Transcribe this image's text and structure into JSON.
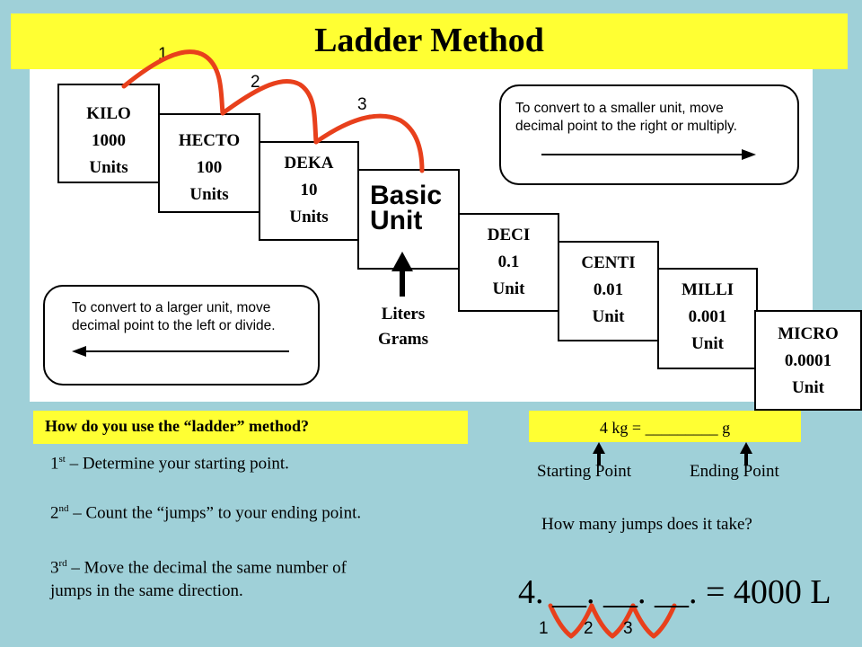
{
  "title": "Ladder Method",
  "jump_numbers": [
    "1",
    "2",
    "3"
  ],
  "steps": [
    {
      "name": "KILO",
      "value": "1000",
      "unit": "Units"
    },
    {
      "name": "HECTO",
      "value": "100",
      "unit": "Units"
    },
    {
      "name": "DEKA",
      "value": "10",
      "unit": "Units"
    },
    {
      "name": "Basic",
      "value": "Unit"
    },
    {
      "name": "DECI",
      "value": "0.1",
      "unit": "Unit"
    },
    {
      "name": "CENTI",
      "value": "0.01",
      "unit": "Unit"
    },
    {
      "name": "MILLI",
      "value": "0.001",
      "unit": "Unit"
    },
    {
      "name": "MICRO",
      "value": "0.0001",
      "unit": "Unit"
    }
  ],
  "base_units": {
    "line1": "Liters",
    "line2": "Grams"
  },
  "note_smaller": {
    "line1": "To convert to a smaller unit, move",
    "line2": "decimal  point to the right or multiply."
  },
  "note_larger": {
    "line1": "To convert to a larger unit, move",
    "line2": "decimal  point to the left or divide."
  },
  "question": "How do you use the “ladder” method?",
  "instructions": [
    {
      "ordinal": "1",
      "suffix": "st",
      "text": " – Determine your starting point."
    },
    {
      "ordinal": "2",
      "suffix": "nd",
      "text": " – Count the “jumps” to your ending point."
    },
    {
      "ordinal": "3",
      "suffix": "rd",
      "text": " – Move the decimal the same number of",
      "text2": "jumps in the same direction."
    }
  ],
  "example": {
    "equation": "4 kg = _________ g",
    "start_label": "Starting Point",
    "end_label": "Ending Point",
    "jumps_question": "How many jumps does it take?",
    "result": "4. __. __. __.  = 4000 L",
    "jump_digits": [
      "1",
      "2",
      "3"
    ]
  },
  "colors": {
    "accent": "#ffff33",
    "background": "#9fd0d8",
    "jump_arc": "#e8401c"
  }
}
